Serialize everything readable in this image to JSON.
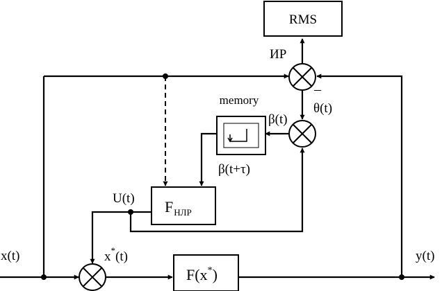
{
  "blocks": {
    "rms": "RMS",
    "memory_title": "memory",
    "f_nlr_main": "F",
    "f_nlr_sub": "НЛР",
    "f_x_prefix": "F(x",
    "f_x_sup": "*",
    "f_x_suffix": ")"
  },
  "signals": {
    "x_t": "x(t)",
    "y_t": "y(t)",
    "u_t": "U(t)",
    "xstar_prefix": "x",
    "xstar_sup": "*",
    "xstar_suffix": "(t)",
    "ir": "ИР",
    "minus": "–",
    "theta_t": "θ(t)",
    "beta_t": "β(t)",
    "beta_t_tau": "β(t+τ)"
  }
}
